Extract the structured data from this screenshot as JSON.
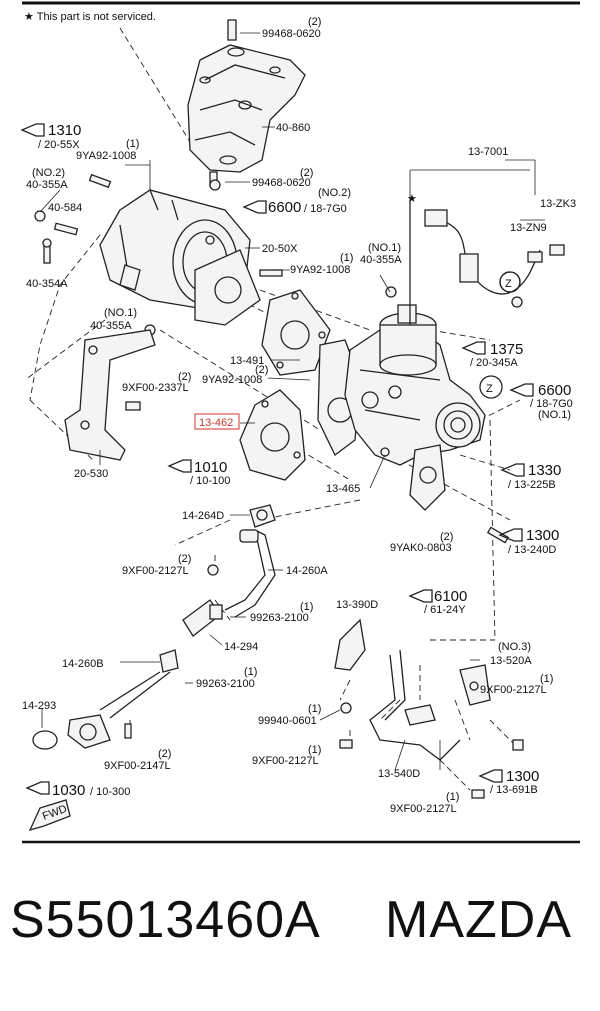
{
  "note": "★ This part is not serviced.",
  "labels": {
    "l99468a_qty": "(2)",
    "l99468a": "99468-0620",
    "l40860": "40-860",
    "l99468b_qty": "(2)",
    "l99468b": "99468-0620",
    "l1310": "1310",
    "l1310_sub": "/ 20-55X",
    "l9ya1008a_qty": "(1)",
    "l9ya1008a": "9YA92-1008",
    "l40355a_note": "(NO.2)",
    "l40355a": "40-355A",
    "l40584": "40-584",
    "l40354a": "40-354A",
    "l6600a": "6600",
    "l6600a_note": "(NO.2)",
    "l6600a_sub": "/ 18-7G0",
    "l2050x": "20-50X",
    "l9ya1008b_qty": "(1)",
    "l9ya1008b": "9YA92-1008",
    "l40355b_note": "(NO.1)",
    "l40355b": "40-355A",
    "l40355c_note": "(NO.1)",
    "l40355c": "40-355A",
    "l137001": "13-7001",
    "l13zk3": "13-ZK3",
    "l13zn9": "13-ZN9",
    "l1375": "1375",
    "l1375_sub": "/ 20-345A",
    "l13491": "13-491",
    "l9ya1008c_qty": "(2)",
    "l9ya1008c": "9YA92-1008",
    "l9xf2337_qty": "(2)",
    "l9xf2337": "9XF00-2337L",
    "l6600b": "6600",
    "l6600b_sub": "/ 18-7G0",
    "l6600b_note": "(NO.1)",
    "l13462": "13-462",
    "l1010": "1010",
    "l1010_sub": "/ 10-100",
    "l1330": "1330",
    "l1330_sub": "/ 13-225B",
    "l20530": "20-530",
    "l13465": "13-465",
    "l14264d": "14-264D",
    "l1300a": "1300",
    "l1300a_sub": "/ 13-240D",
    "l9yak_qty": "(2)",
    "l9yak": "9YAK0-0803",
    "l9xf2127a_qty": "(2)",
    "l9xf2127a": "9XF00-2127L",
    "l14260a": "14-260A",
    "l6100": "6100",
    "l6100_sub": "/ 61-24Y",
    "l99263a_qty": "(1)",
    "l99263a": "99263-2100",
    "l13390d": "13-390D",
    "l14294": "14-294",
    "l14260b": "14-260B",
    "l99263b_qty": "(1)",
    "l99263b": "99263-2100",
    "l13520a_note": "(NO.3)",
    "l13520a": "13-520A",
    "l9xf2127b_qty": "(1)",
    "l9xf2127b": "9XF00-2127L",
    "l14293": "14-293",
    "l99940_qty": "(1)",
    "l99940": "99940-0601",
    "l9xf2147_qty": "(2)",
    "l9xf2147": "9XF00-2147L",
    "l9xf2127c_qty": "(1)",
    "l9xf2127c": "9XF00-2127L",
    "l13540d": "13-540D",
    "l1300b": "1300",
    "l1300b_sub": "/ 13-691B",
    "l1030": "1030",
    "l1030_sub": "/ 10-300",
    "l9xf2127d_qty": "(1)",
    "l9xf2127d": "9XF00-2127L",
    "fwd": "FWD"
  },
  "footer": {
    "part_number": "S55013460A",
    "make": "MAZDA"
  }
}
